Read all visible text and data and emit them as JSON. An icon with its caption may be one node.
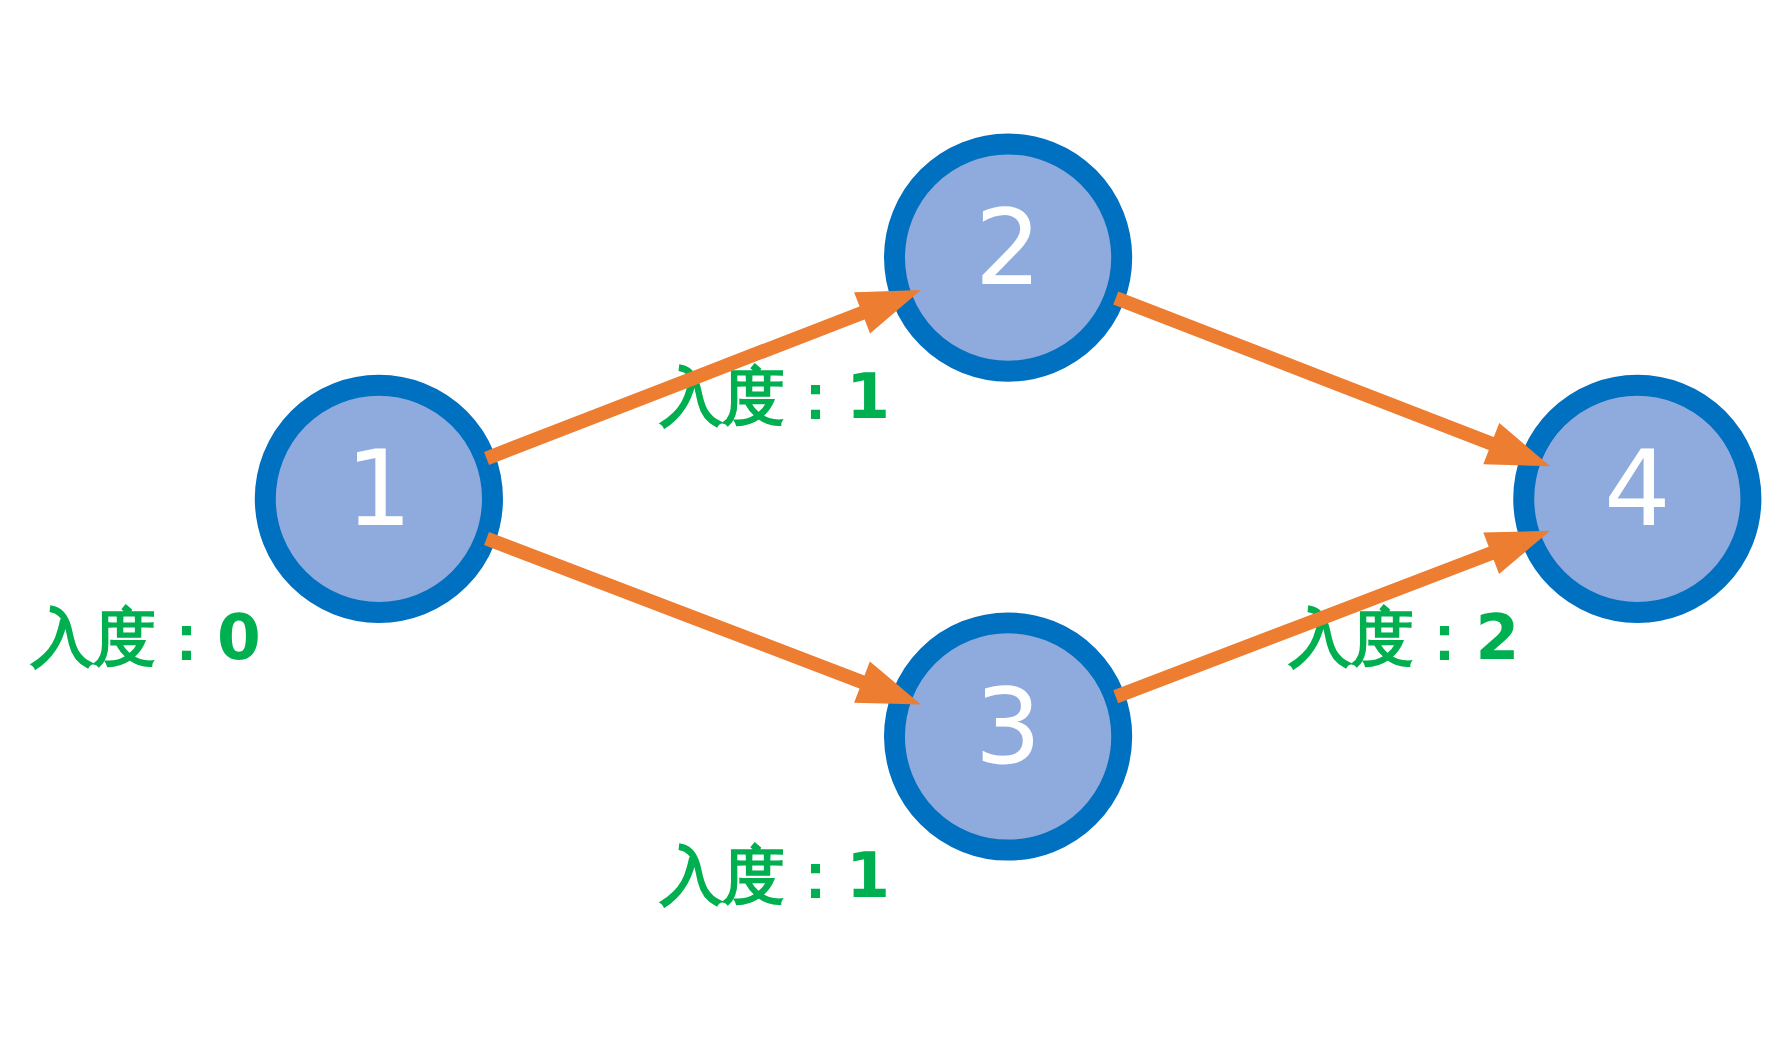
{
  "diagram": {
    "nodes": [
      {
        "text": [
          "1"
        ],
        "beside": [
          "入度：0"
        ]
      },
      {
        "text": [
          "2"
        ],
        "beside": [
          "入度：1"
        ]
      },
      {
        "text": [
          "3"
        ],
        "beside": [
          "入度：1"
        ]
      },
      {
        "text": [
          "4"
        ],
        "beside": [
          "入度：2"
        ]
      }
    ],
    "edges": [
      {
        "from": 0,
        "to": 1,
        "arrow": "to"
      },
      {
        "from": 0,
        "to": 2,
        "arrow": "to"
      },
      {
        "from": 1,
        "to": 3,
        "arrow": "to"
      },
      {
        "from": 2,
        "to": 3,
        "arrow": "to"
      }
    ]
  }
}
